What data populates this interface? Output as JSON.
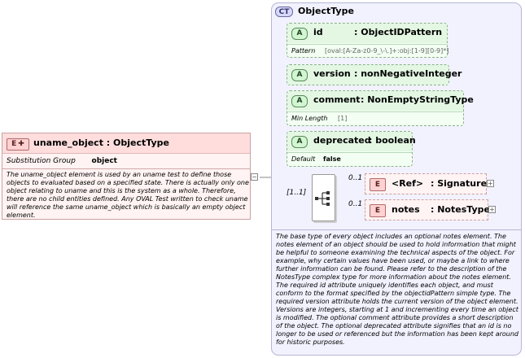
{
  "element": {
    "badge": "E",
    "title": "uname_object : ObjectType",
    "substitution_label": "Substitution Group",
    "substitution_value": "object",
    "documentation": "The uname_object element is used by an uname test to define those objects to evaluated based on a specified state. There is actually only one object relating to uname and this is the system as a whole. Therefore, there are no child entities defined. Any OVAL Test written to check uname will reference the same uname_object which is basically an empty object element."
  },
  "complex_type": {
    "badge": "CT",
    "title": "ObjectType",
    "documentation": "The base type of every object includes an optional notes element. The notes element of an object should be used to hold information that might be helpful to someone examining the technical aspects of the object. For example, why certain values have been used, or maybe a link to where further information can be found. Please refer to the description of the NotesType complex type for more information about the notes element. The required id attribute uniquely identifies each object, and must conform to the format specified by the objectidPattern simple type. The required version attribute holds the current version of the object element. Versions are integers, starting at 1 and incrementing every time an object is modified. The optional comment attribute provides a short description of the object. The optional deprecated attribute signifies that an id is no longer to be used or referenced but the information has been kept around for historic purposes."
  },
  "attributes": [
    {
      "badge": "A",
      "name": "id",
      "type": ": ObjectIDPattern",
      "facet_label": "Pattern",
      "facet_value": "[oval:[A-Za-z0-9_\\-\\.]+:obj:[1-9][0-9]*]"
    },
    {
      "badge": "A",
      "name": "version",
      "type": ": nonNegativeInteger"
    },
    {
      "badge": "A",
      "name": "comment",
      "type": ": NonEmptyStringType",
      "facet_label": "Min Length",
      "facet_value": "[1]"
    },
    {
      "badge": "A",
      "name": "deprecated",
      "type": ": boolean",
      "facet_label": "Default",
      "facet_value": "false"
    }
  ],
  "sequence": {
    "occurrence": "[1..1]"
  },
  "children": [
    {
      "badge": "E",
      "name": "<Ref>",
      "type": ": Signature",
      "occurrence": "0..1"
    },
    {
      "badge": "E",
      "name": "notes",
      "type": ": NotesType",
      "occurrence": "0..1"
    }
  ],
  "colors": {
    "element_fill": "#fff3f3",
    "attribute_fill": "#f3fff3",
    "complex_type_fill": "#f2f2ff"
  }
}
